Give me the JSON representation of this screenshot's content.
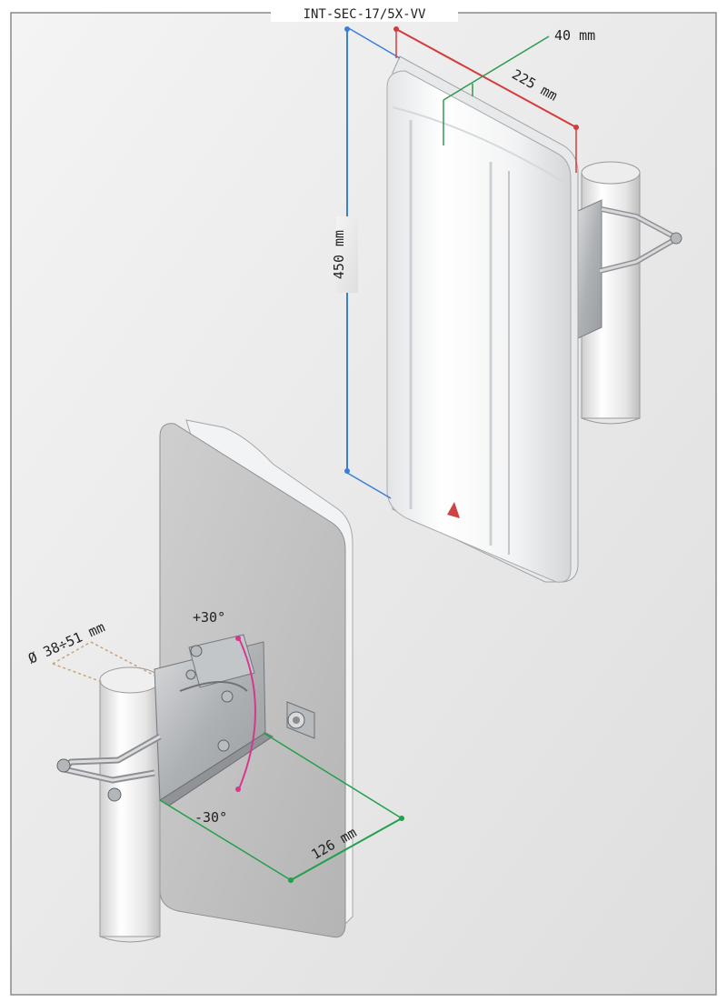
{
  "title": "INT-SEC-17/5X-VV",
  "dimensions": {
    "height": "450 mm",
    "width": "225 mm",
    "depth": "40 mm",
    "pole_diameter": "Ø 38÷51 mm",
    "offset": "126 mm",
    "tilt_up": "+30°",
    "tilt_down": "-30°"
  },
  "colors": {
    "height_line": "#3a7fd6",
    "width_line": "#d63b3b",
    "depth_line": "#2e9a4e",
    "offset_line": "#22a04a",
    "tilt_arc": "#d6388e",
    "pole_dim_line": "#c8a37a"
  },
  "icons": [
    "antenna-front-view",
    "antenna-back-view",
    "pole",
    "mounting-bracket",
    "n-connector"
  ]
}
